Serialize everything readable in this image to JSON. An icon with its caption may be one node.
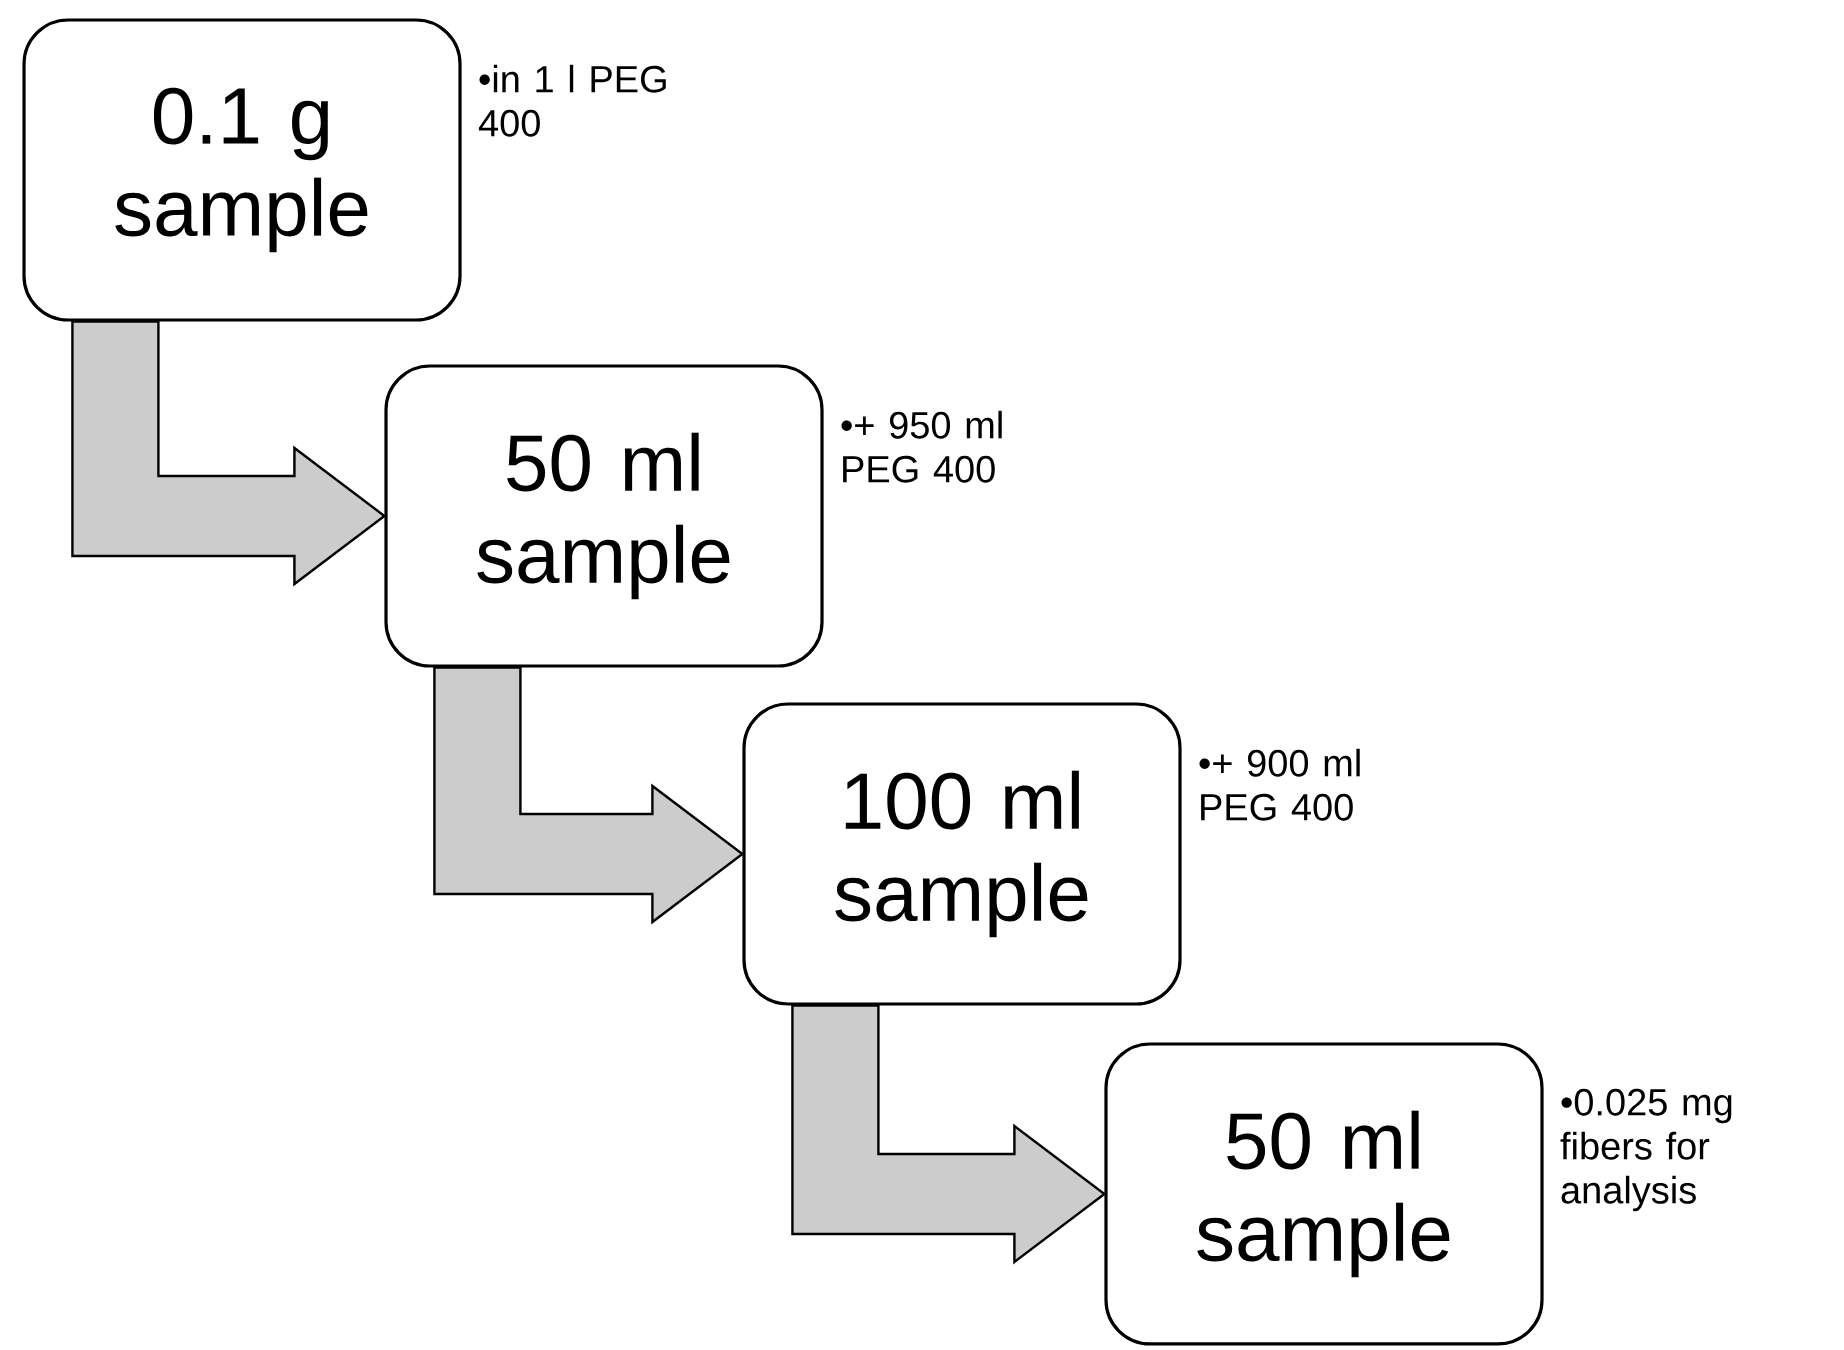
{
  "diagram": {
    "nodes": [
      {
        "text": [
          "0.1 g sample"
        ],
        "beside": [
          "•in 1 l PEG 400"
        ]
      },
      {
        "text": [
          "50 ml sample"
        ],
        "beside": [
          "•+ 950 ml PEG 400"
        ]
      },
      {
        "text": [
          "100 ml sample"
        ],
        "beside": [
          "•+ 900 ml PEG 400"
        ]
      },
      {
        "text": [
          "50 ml sample"
        ],
        "beside": [
          "•0.025 mg fibers for analysis"
        ]
      }
    ],
    "edges": [
      {
        "from": 0,
        "to": 1,
        "arrow": "to"
      },
      {
        "from": 1,
        "to": 2,
        "arrow": "to"
      },
      {
        "from": 2,
        "to": 3,
        "arrow": "to"
      }
    ]
  }
}
